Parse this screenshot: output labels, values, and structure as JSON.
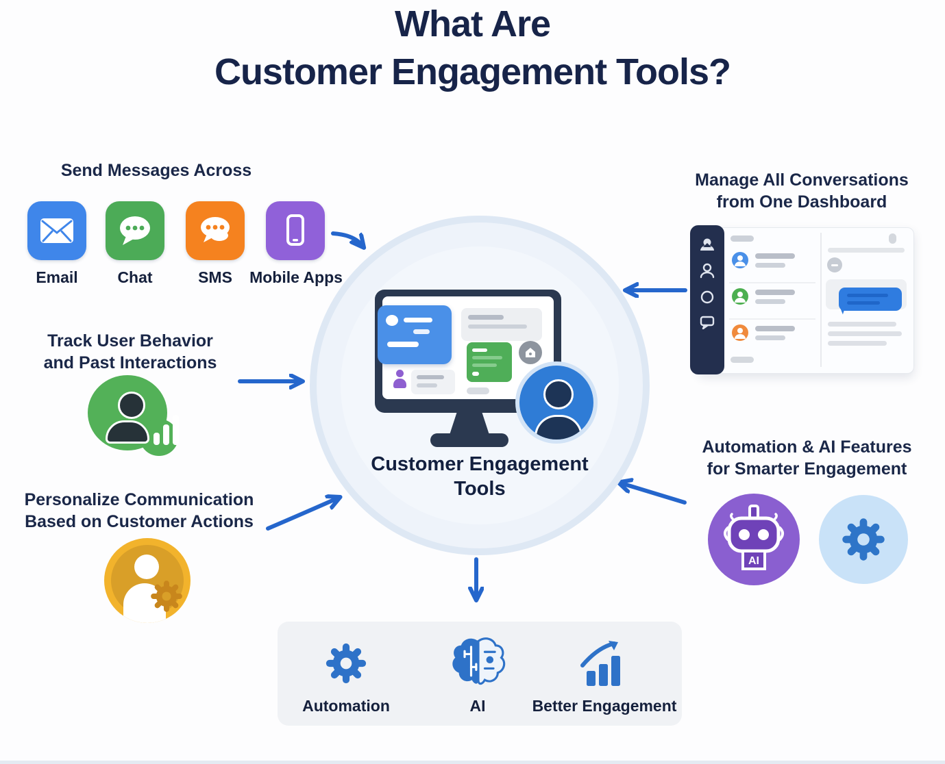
{
  "title": {
    "line1": "What Are",
    "line2": "Customer Engagement Tools?"
  },
  "send_messages": {
    "heading": "Send Messages Across",
    "channels": [
      {
        "label": "Email",
        "color": "#3f86ea"
      },
      {
        "label": "Chat",
        "color": "#4cab57"
      },
      {
        "label": "SMS",
        "color": "#f5821f"
      },
      {
        "label": "Mobile Apps",
        "color": "#9061d9"
      }
    ]
  },
  "dashboard": {
    "heading_line1": "Manage All Conversations",
    "heading_line2": "from One Dashboard"
  },
  "track": {
    "heading_line1": "Track User Behavior",
    "heading_line2": "and Past Interactions",
    "icon_color": "#53b158"
  },
  "personalize": {
    "heading_line1": "Personalize Communication",
    "heading_line2": "Based on Customer Actions",
    "icon_color": "#f2b32c"
  },
  "center": {
    "label_line1": "Customer Engagement",
    "label_line2": "Tools"
  },
  "automation_ai": {
    "heading_line1": "Automation & AI Features",
    "heading_line2": "for Smarter Engagement",
    "robot_badge": "AI",
    "robot_color": "#8a5fd0",
    "gear_color": "#2e75c8"
  },
  "outcomes": {
    "items": [
      {
        "label": "Automation"
      },
      {
        "label": "AI"
      },
      {
        "label": "Better Engagement"
      }
    ]
  },
  "colors": {
    "arrow_accent": "#2566cc",
    "title_navy": "#172449",
    "monitor_frame": "#2b3950",
    "center_circle_fill": "#eef3fa",
    "center_circle_ring": "#dee8f4",
    "bottom_bar_bg": "#f0f2f5"
  }
}
